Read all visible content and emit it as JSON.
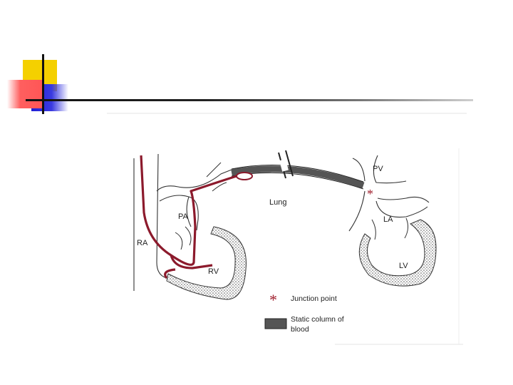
{
  "diagram": {
    "labels": {
      "pv": "PV",
      "pa": "PA",
      "ra": "RA",
      "la": "LA",
      "rv": "RV",
      "lv": "LV",
      "lung": "Lung"
    },
    "legend": {
      "junction_symbol": "*",
      "junction_label": "Junction point",
      "static_line1": "Static column of",
      "static_line2": "blood"
    },
    "colors": {
      "catheter": "#8c1a2c",
      "static_column": "#555555",
      "junction_star": "#a0202e"
    }
  }
}
